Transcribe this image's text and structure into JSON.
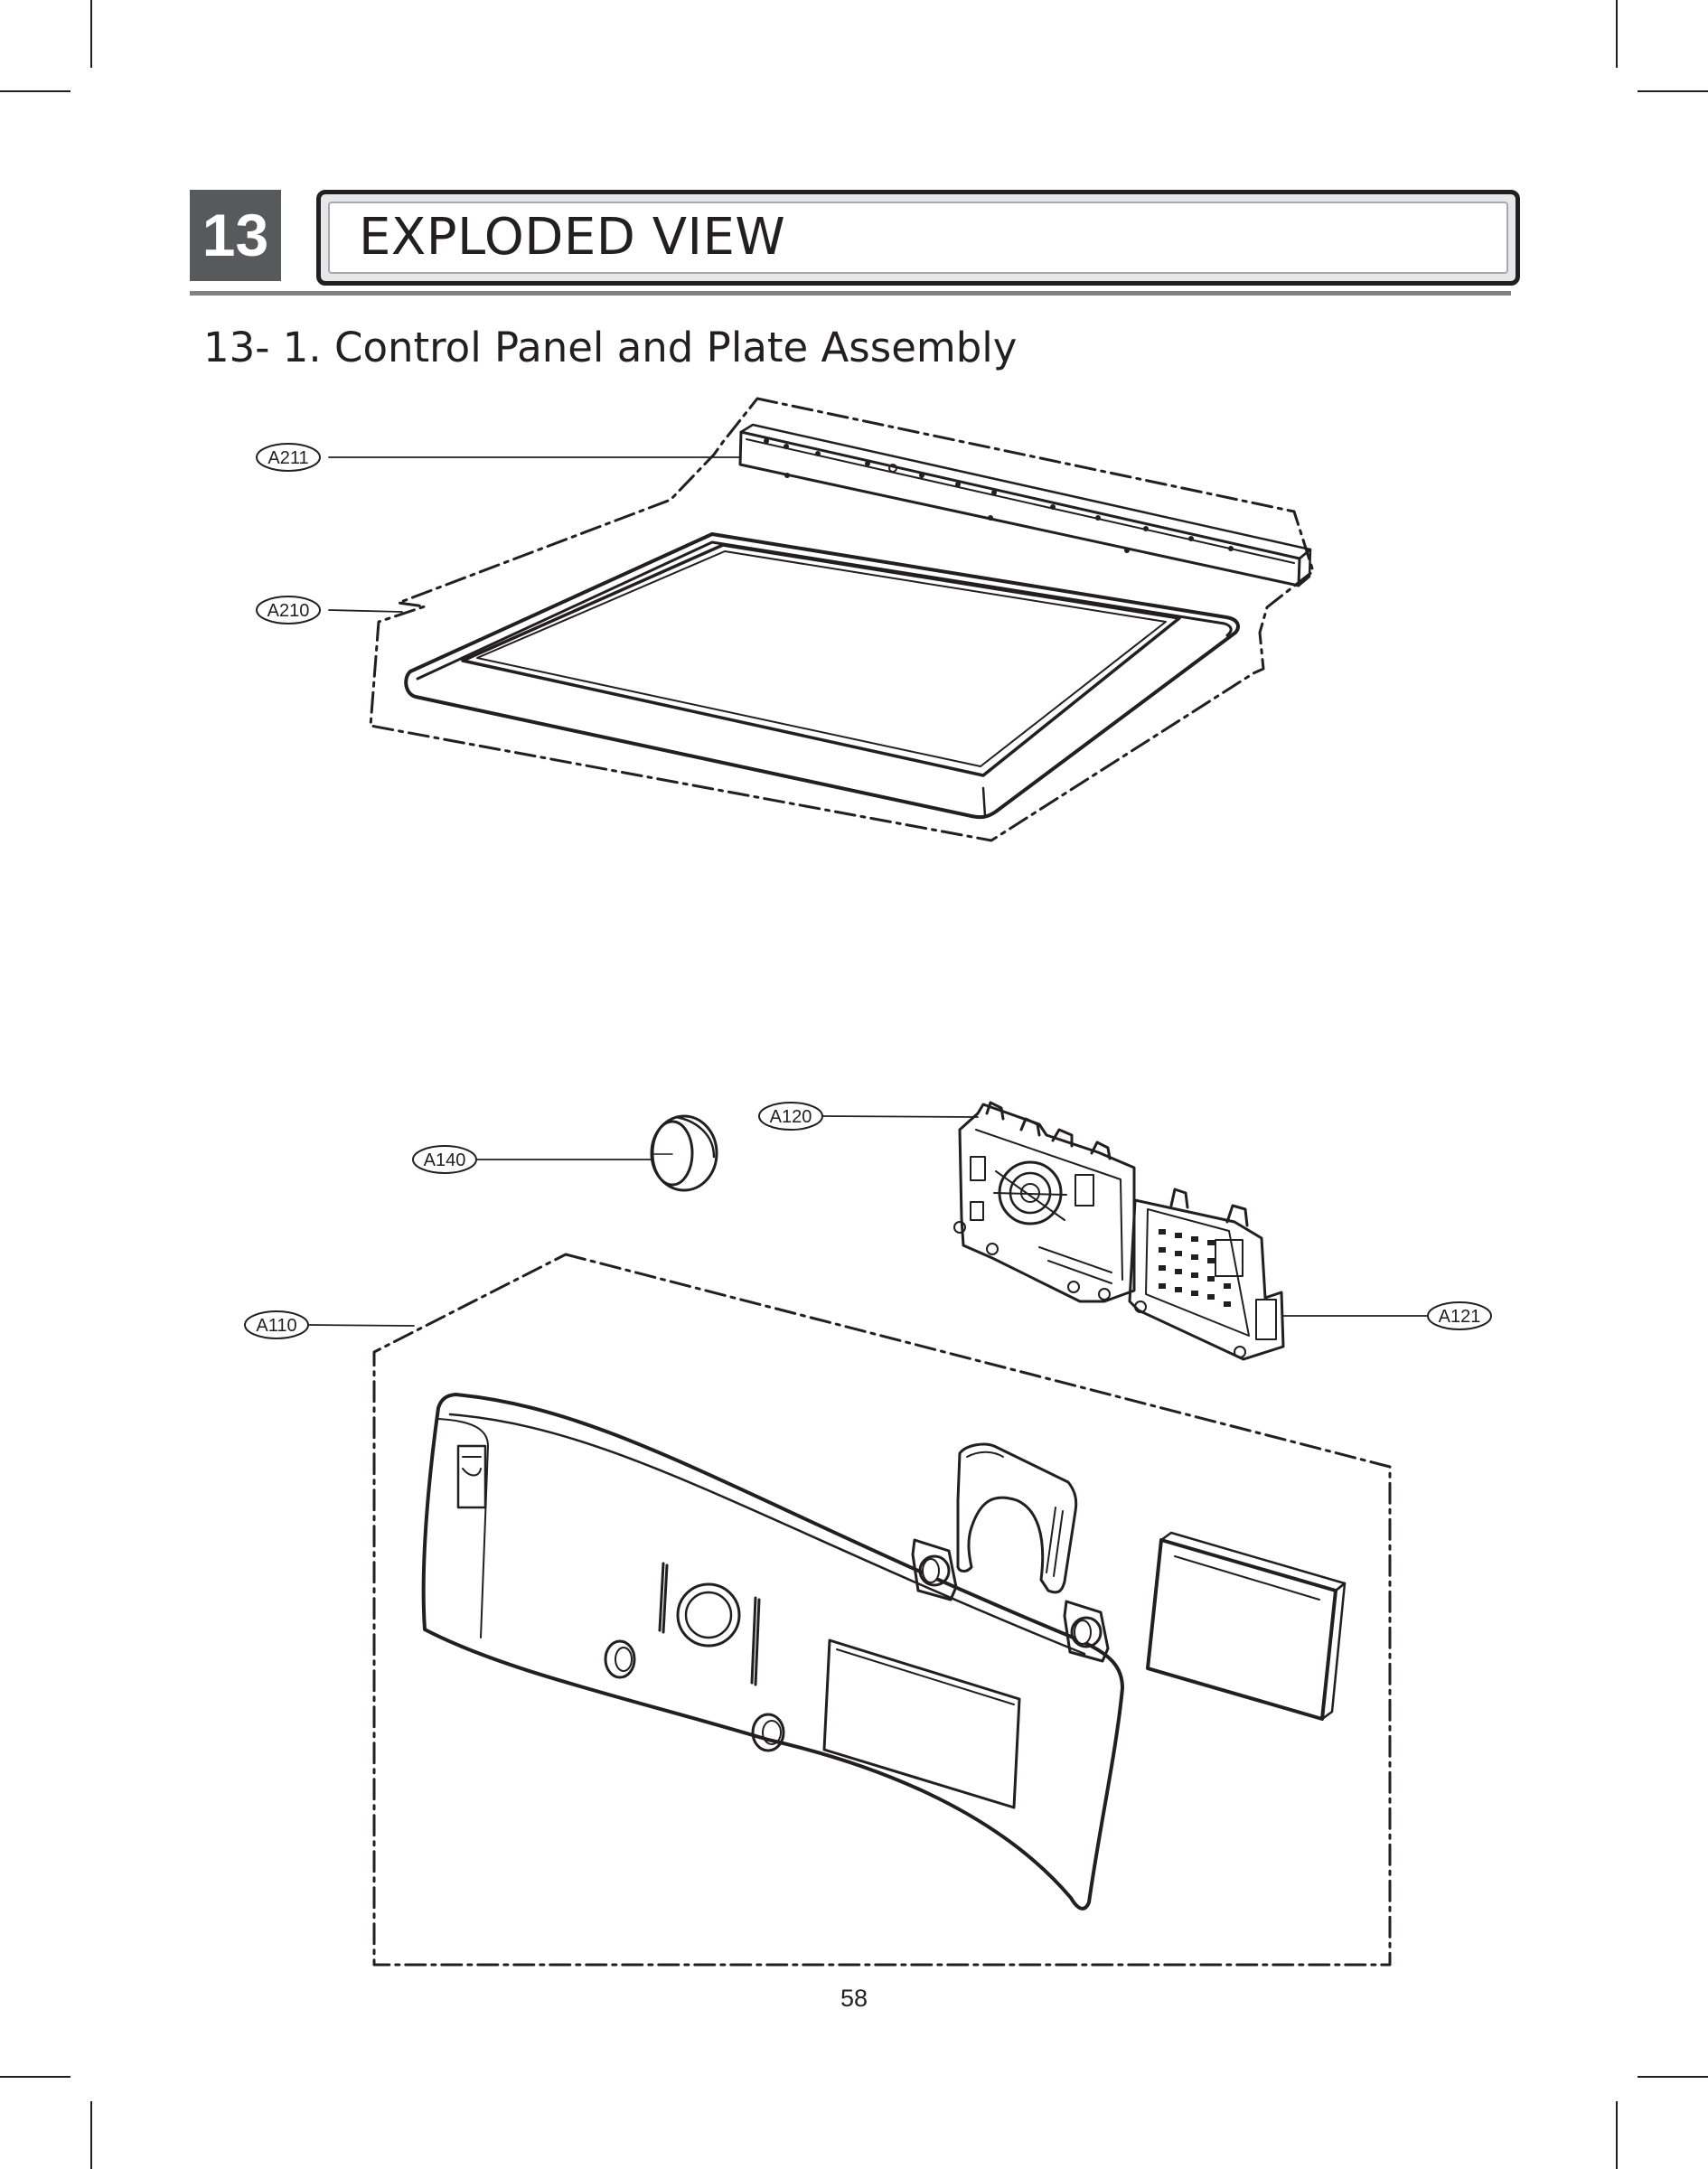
{
  "header": {
    "chapter_number": "13",
    "chapter_title": "EXPLODED VIEW"
  },
  "section": {
    "title": "13- 1. Control Panel and Plate Assembly"
  },
  "callouts": [
    "A211",
    "A210",
    "A140",
    "A120",
    "A110",
    "A121"
  ],
  "footer": {
    "page_number": "58"
  },
  "colors": {
    "ink": "#231f20",
    "badge_gray": "#58595b",
    "rule_gray": "#808285"
  }
}
